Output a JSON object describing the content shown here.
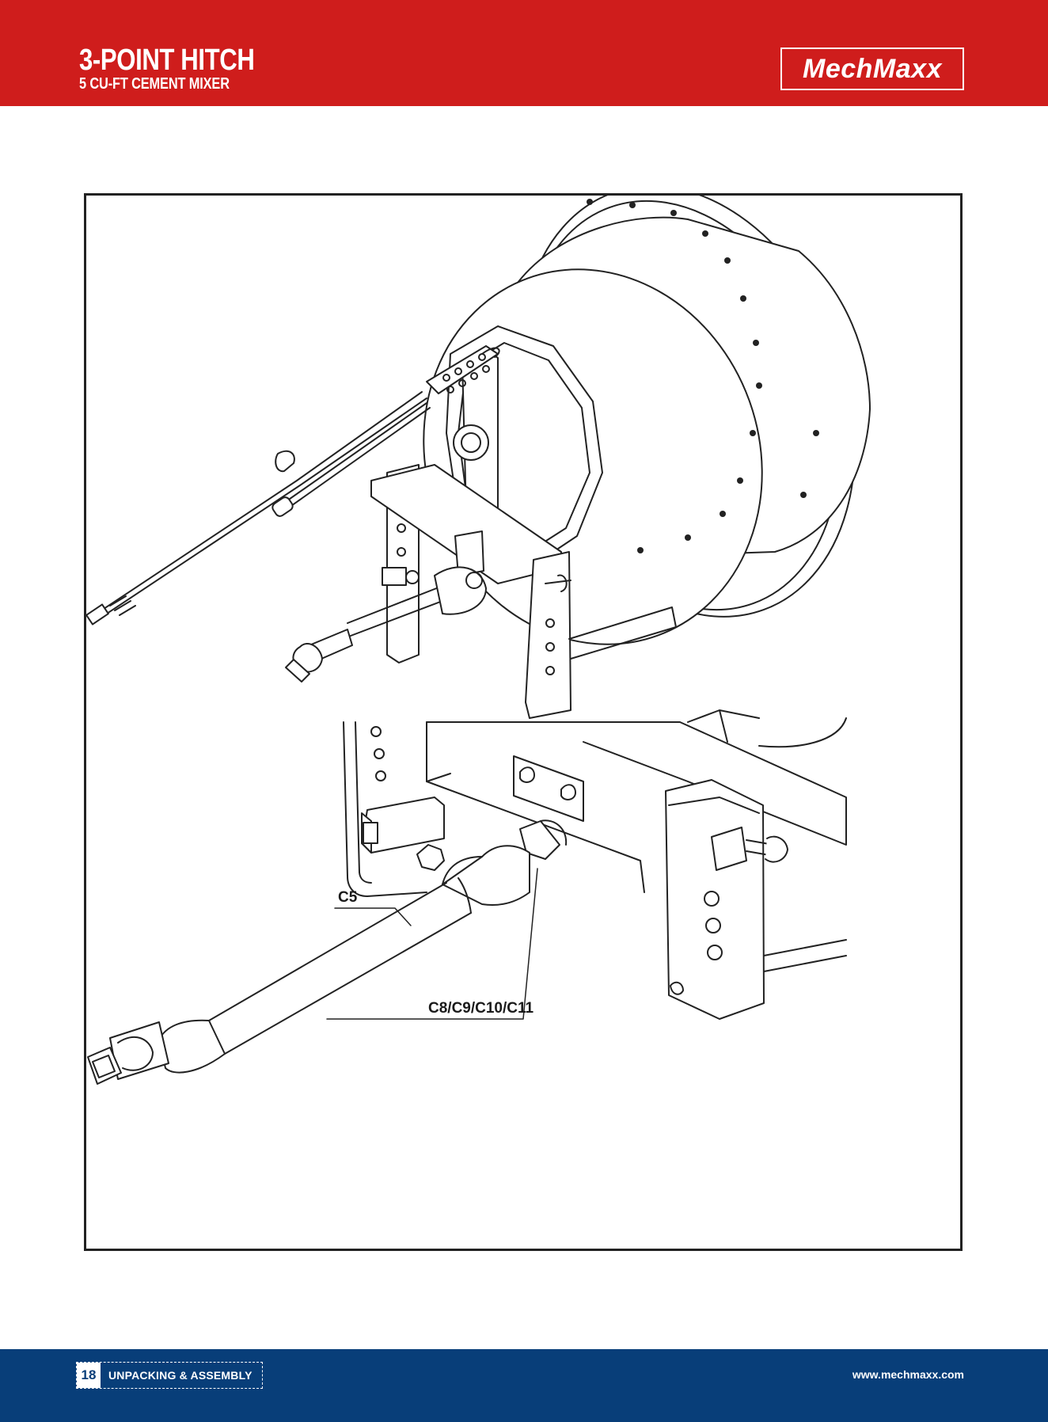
{
  "header": {
    "title": "3-POINT HITCH",
    "subtitle": "5 CU-FT CEMENT MIXER",
    "logo_text": "MechMaxx",
    "brand_color": "#cf1d1c"
  },
  "figure": {
    "callouts": [
      "C5",
      "C8/C9/C10/C11"
    ]
  },
  "footer": {
    "page_number": "18",
    "section": "UNPACKING & ASSEMBLY",
    "website": "www.mechmaxx.com",
    "footer_color": "#083e79"
  }
}
